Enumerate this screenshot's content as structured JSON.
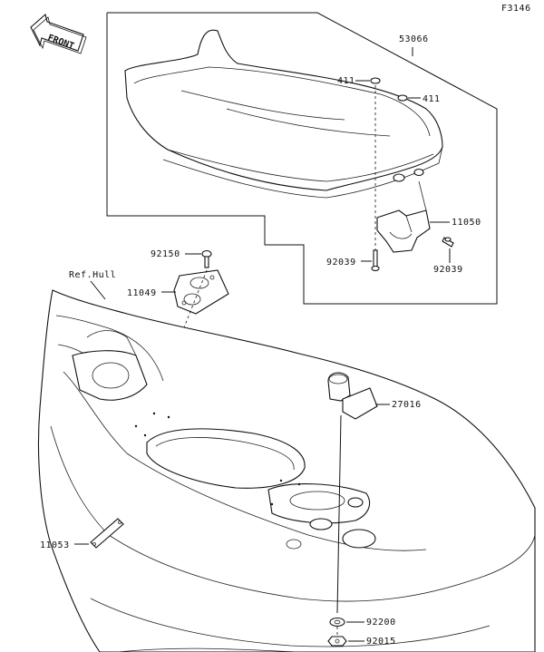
{
  "diagram": {
    "figure_code": "F3146",
    "front_label": "FRONT",
    "ref_label": "Ref.Hull",
    "parts": {
      "seat": "53066",
      "screw_top": "411",
      "screw_right": "411",
      "bracket": "11050",
      "bolt_left": "92039",
      "bolt_right": "92039",
      "lever_bolt": "92150",
      "lever_bracket": "11049",
      "latch": "27016",
      "strap": "11053",
      "washer": "92200",
      "nut": "92015"
    }
  }
}
